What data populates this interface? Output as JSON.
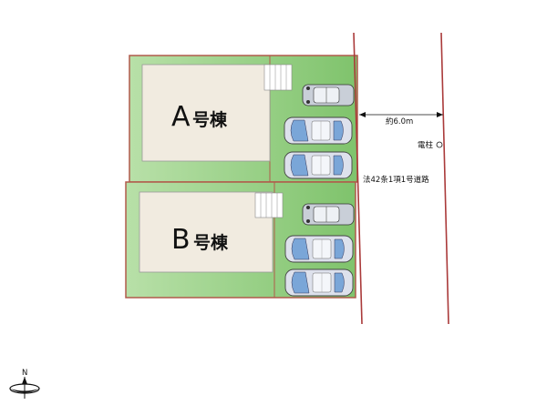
{
  "building_a": {
    "letter": "A",
    "suffix": "号棟"
  },
  "building_b": {
    "letter": "B",
    "suffix": "号棟"
  },
  "road": {
    "width_label": "約6.0m",
    "pole_label": "電柱",
    "road_label": "法42条1項1号道路"
  },
  "compass": {
    "north_label": "N"
  },
  "colors": {
    "lot_green": "#8fcf7f",
    "lot_border": "#b15a4b",
    "house_fill": "#f1ebe0",
    "road_line": "#aa3a3a",
    "car_body": "#dde1ec",
    "car_window": "#7aa6d8"
  },
  "parking": {
    "lot_a": [
      "car-top",
      "car-side",
      "car-side"
    ],
    "lot_b": [
      "car-top",
      "car-side",
      "car-side"
    ]
  }
}
